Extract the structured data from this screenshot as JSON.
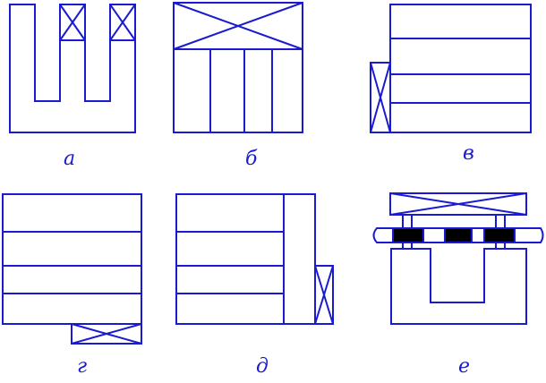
{
  "figures": [
    {
      "id": "a",
      "label": "а"
    },
    {
      "id": "b",
      "label": "б"
    },
    {
      "id": "v",
      "label": "в"
    },
    {
      "id": "g",
      "label": "г"
    },
    {
      "id": "d",
      "label": "д"
    },
    {
      "id": "e",
      "label": "е"
    }
  ],
  "colors": {
    "line": "#1a1ad0",
    "fill_dark": "#000000",
    "background": "#ffffff"
  }
}
